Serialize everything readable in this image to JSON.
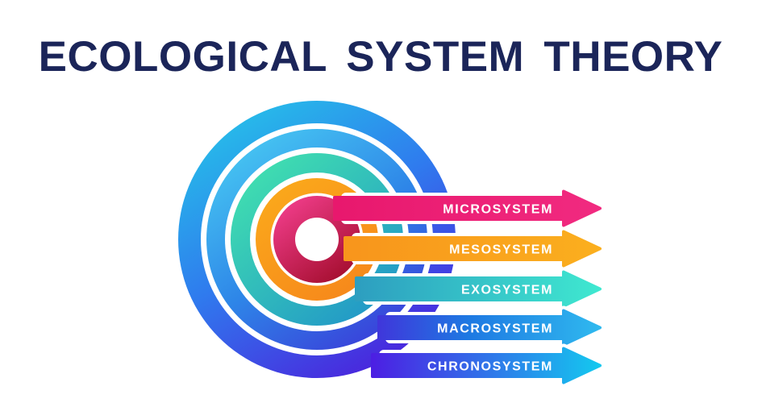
{
  "title": "ECOLOGICAL SYSTEM THEORY",
  "arrows": [
    {
      "label": "MICROSYSTEM"
    },
    {
      "label": "MESOSYSTEM"
    },
    {
      "label": "EXOSYSTEM"
    },
    {
      "label": "MACROSYSTEM"
    },
    {
      "label": "CHRONOSYSTEM"
    }
  ],
  "rings": [
    {
      "name": "microsystem"
    },
    {
      "name": "mesosystem"
    },
    {
      "name": "exosystem"
    },
    {
      "name": "macrosystem"
    },
    {
      "name": "chronosystem"
    }
  ],
  "colors": {
    "bg": "#FFFFFF",
    "title": "#1B2559",
    "label": "#FFFFFF",
    "gap": "#FFFFFF",
    "ring_chrono_a": "#25C7E8",
    "ring_chrono_b": "#2F7BEE",
    "ring_chrono_c": "#4B22DC",
    "ring_macro_a": "#49CDF3",
    "ring_macro_b": "#2E86E8",
    "ring_macro_c": "#3A3ED9",
    "ring_exo_a": "#42E3AE",
    "ring_exo_b": "#2196C8",
    "ring_meso_a": "#FBAB1B",
    "ring_meso_b": "#F6871B",
    "ring_micro_a": "#F23E8C",
    "ring_micro_b": "#A30D2D",
    "arrow_micro_a": "#E8186D",
    "arrow_micro_b": "#F12A80",
    "arrow_meso_a": "#F8951C",
    "arrow_meso_b": "#FBAF1E",
    "arrow_exo_a": "#2D9EC0",
    "arrow_exo_b": "#3FE8D0",
    "arrow_macro_a": "#3F37DB",
    "arrow_macro_b": "#1E78E2",
    "arrow_macro_c": "#2FB9EF",
    "arrow_chrono_a": "#4C1FE3",
    "arrow_chrono_b": "#14C8EF"
  }
}
